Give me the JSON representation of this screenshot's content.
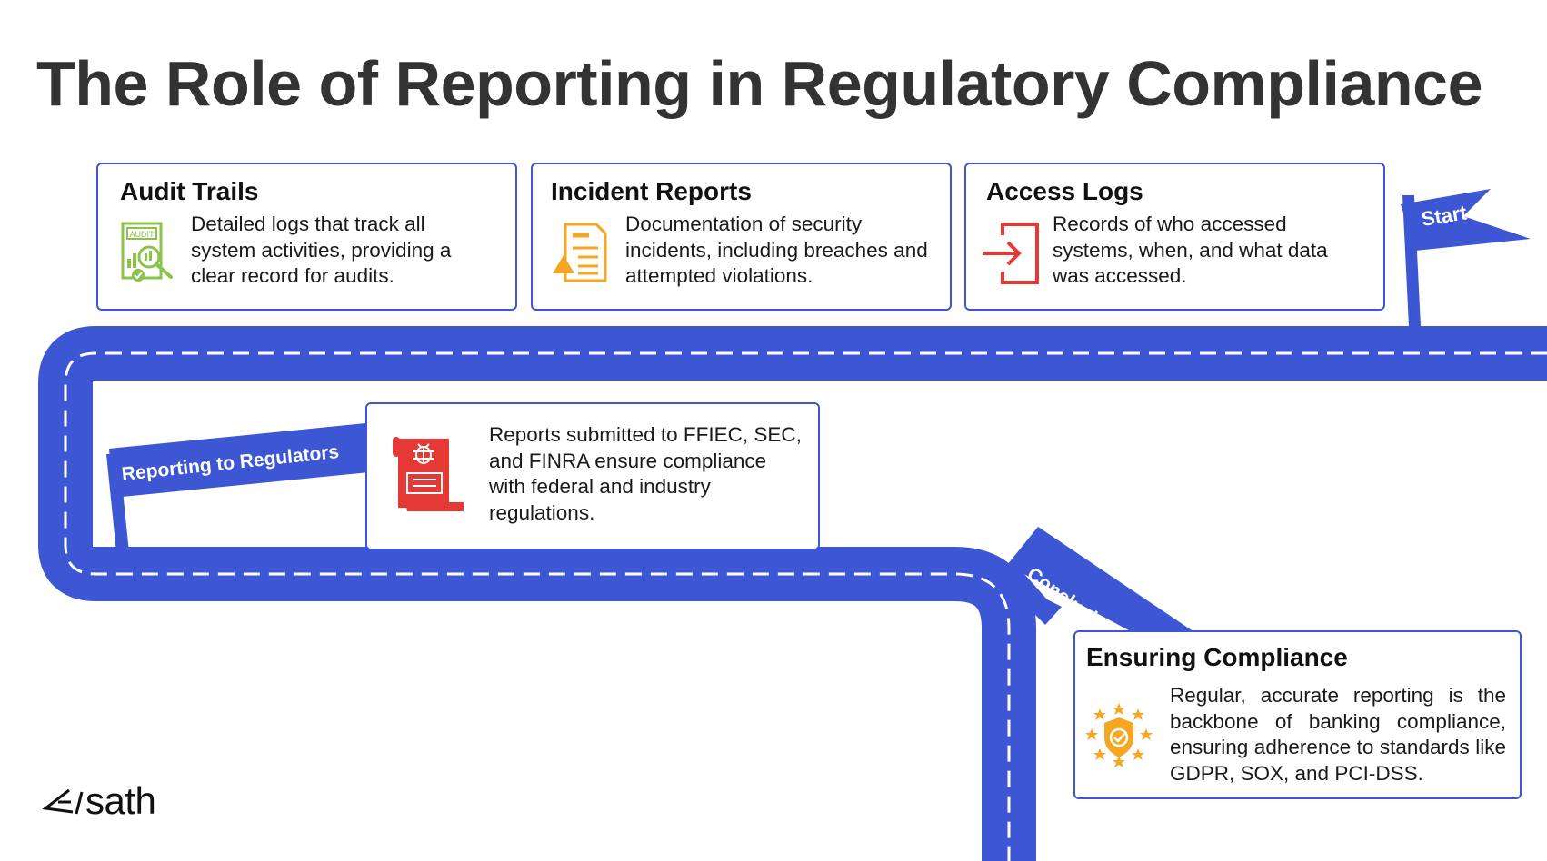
{
  "title": "The Role of Reporting in Regulatory Compliance",
  "colors": {
    "road": "#3d57d4",
    "card_border": "#3d57d4",
    "dash": "#ffffff",
    "title": "#333333"
  },
  "flags": {
    "start": "Start",
    "reporting": "Reporting to Regulators",
    "conclusion": "Conclusion"
  },
  "cards": {
    "audit": {
      "title": "Audit Trails",
      "text": "Detailed logs that track all system activities, providing a clear record for audits.",
      "icon": "audit-magnifier-icon",
      "icon_label": "AUDIT"
    },
    "incident": {
      "title": "Incident Reports",
      "text": "Documentation of security incidents, including breaches and attempted violations.",
      "icon": "incident-document-warning-icon"
    },
    "access": {
      "title": "Access Logs",
      "text": "Records of who accessed systems, when, and what data was accessed.",
      "icon": "login-arrow-icon"
    },
    "regulators": {
      "text": "Reports submitted to FFIEC, SEC, and FINRA ensure compliance with federal and industry regulations.",
      "icon": "bug-report-scroll-icon"
    },
    "compliance": {
      "title": "Ensuring Compliance",
      "text": "Regular, accurate reporting is the backbone of banking compliance, ensuring adherence to standards like GDPR, SOX, and PCI-DSS.",
      "icon": "shield-stars-icon"
    }
  },
  "logo": {
    "text": "sath",
    "icon": "brand-mark-icon"
  }
}
